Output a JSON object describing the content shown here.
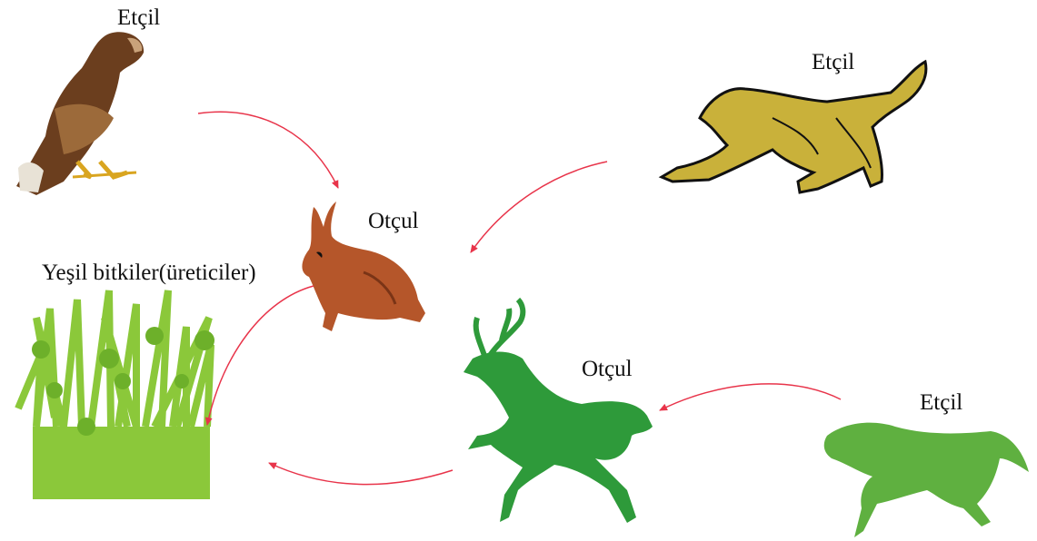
{
  "labels": {
    "eagle": "Etçil",
    "jackal": "Etçil",
    "hare": "Otçul",
    "plants": "Yeşil bitkiler(üreticiler)",
    "deer": "Otçul",
    "wolf": "Etçil"
  },
  "colors": {
    "arrow": "#e8344a",
    "grass": "#8bc83a",
    "grass_dark": "#6db02a",
    "deer": "#2e9a3a",
    "wolf": "#5fb040",
    "jackal": "#c9b13a",
    "hare": "#b5562a",
    "eagle": "#6b3e1e"
  }
}
